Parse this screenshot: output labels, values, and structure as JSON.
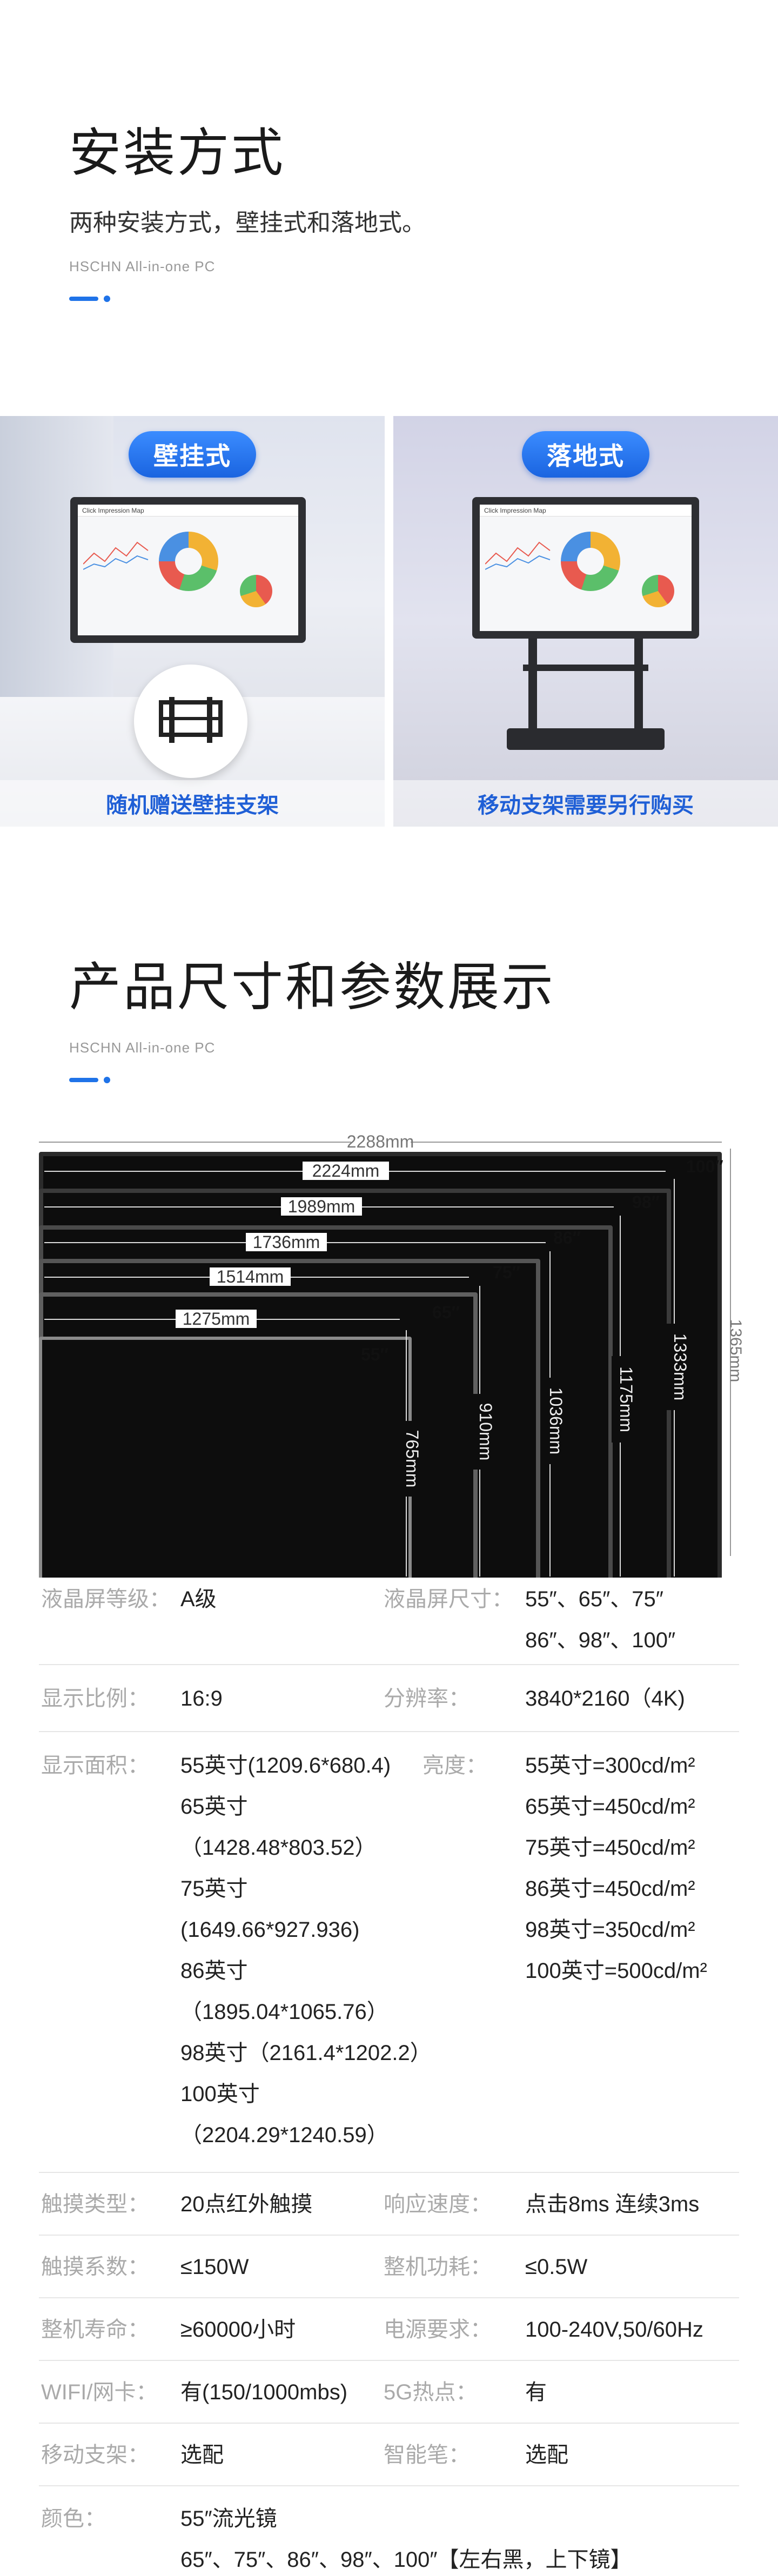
{
  "install": {
    "title": "安装方式",
    "subtitle": "两种安装方式，壁挂式和落地式。",
    "brand": "HSCHN All-in-one PC",
    "wall": {
      "pill": "壁挂式",
      "caption": "随机赠送壁挂支架"
    },
    "floor": {
      "pill": "落地式",
      "caption": "移动支架需要另行购买"
    },
    "screen_title": "Click Impression Map"
  },
  "sizes": {
    "title": "产品尺寸和参数展示",
    "brand": "HSCHN All-in-one PC",
    "total_width": "2288mm",
    "total_height": "1365mm",
    "screens": [
      {
        "model": "100″",
        "width": "2224mm",
        "height": "1333mm"
      },
      {
        "model": "98″",
        "width": "1989mm",
        "height": "1175mm"
      },
      {
        "model": "86″",
        "width": "1736mm",
        "height": "1036mm"
      },
      {
        "model": "75″",
        "width": "1514mm",
        "height": "910mm"
      },
      {
        "model": "65″",
        "width": "1275mm",
        "height": "765mm"
      },
      {
        "model": "55″",
        "width": "",
        "height": ""
      }
    ]
  },
  "specs": {
    "lcd_grade_label": "液晶屏等级：",
    "lcd_grade": "A级",
    "lcd_size_label": "液晶屏尺寸：",
    "lcd_size_1": "55″、65″、75″",
    "lcd_size_2": "86″、98″、100″",
    "ratio_label": "显示比例：",
    "ratio": "16:9",
    "resolution_label": "分辨率：",
    "resolution": "3840*2160（4K)",
    "area_label": "显示面积：",
    "areas": [
      "55英寸(1209.6*680.4)",
      "65英寸（1428.48*803.52）",
      "75英寸(1649.66*927.936)",
      "86英寸（1895.04*1065.76）",
      "98英寸（2161.4*1202.2）",
      "100英寸（2204.29*1240.59）"
    ],
    "brightness_label": "亮度：",
    "brightness": [
      "55英寸=300cd/m²",
      "65英寸=450cd/m²",
      "75英寸=450cd/m²",
      "86英寸=450cd/m²",
      "98英寸=350cd/m²",
      "100英寸=500cd/m²"
    ],
    "touch_type_label": "触摸类型：",
    "touch_type": "20点红外触摸",
    "response_label": "响应速度：",
    "response": "点击8ms 连续3ms",
    "touch_power_label": "触摸系数：",
    "touch_power": "≤150W",
    "standby_label": "整机功耗：",
    "standby": "≤0.5W",
    "life_label": "整机寿命：",
    "life": "≥60000小时",
    "power_label": "电源要求：",
    "power": "100-240V,50/60Hz",
    "wifi_label": "WIFI/网卡：",
    "wifi": "有(150/1000mbs)",
    "hotspot_label": "5G热点：",
    "hotspot": "有",
    "stand_label": "移动支架：",
    "stand": "选配",
    "pen_label": "智能笔：",
    "pen": "选配",
    "color_label": "颜色：",
    "color_1": "55″流光镜",
    "color_2": "65″、75″、86″、98″、100″【左右黑，上下镜】"
  }
}
